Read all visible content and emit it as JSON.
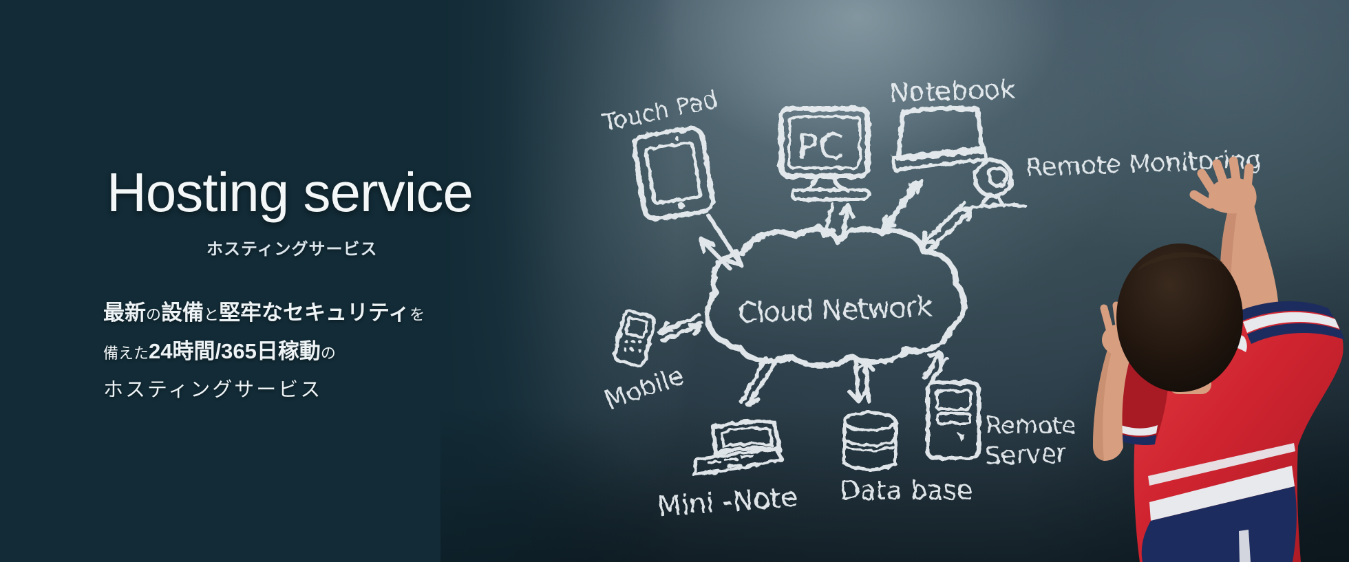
{
  "hero": {
    "title": "Hosting service",
    "subtitle": "ホスティングサービス",
    "description": {
      "lines": [
        {
          "segments": [
            {
              "text": "最新",
              "emphasis": true
            },
            {
              "text": "の",
              "emphasis": false
            },
            {
              "text": "設備",
              "emphasis": true
            },
            {
              "text": "と",
              "emphasis": false
            },
            {
              "text": "堅牢なセキュリティ",
              "emphasis": true
            },
            {
              "text": "を",
              "emphasis": false
            }
          ]
        },
        {
          "segments": [
            {
              "text": "備えた",
              "emphasis": false
            },
            {
              "text": "24時間/365日稼動",
              "emphasis": true
            },
            {
              "text": "の",
              "emphasis": false
            }
          ]
        },
        {
          "segments": [
            {
              "text": "ホスティングサービス",
              "emphasis": false
            }
          ]
        }
      ]
    }
  },
  "chalkboard": {
    "labels": {
      "touch_pad": "Touch Pad",
      "pc": "PC",
      "notebook": "Notebook",
      "remote_monitoring": "Remote Monitoring",
      "cloud_network": "Cloud Network",
      "mobile": "Mobile",
      "mini_note": "Mini -Note",
      "data_base": "Data base",
      "remote_server_line1": "Remote",
      "remote_server_line2": "Server"
    }
  },
  "colors": {
    "panel_background": "#122b36",
    "chalk": "#e9eff2",
    "shirt_red": "#cf2430",
    "shirt_navy": "#1d2c5e",
    "stripe_white": "#e8e9ec",
    "skin": "#d79e80",
    "hair": "#1a120d"
  }
}
